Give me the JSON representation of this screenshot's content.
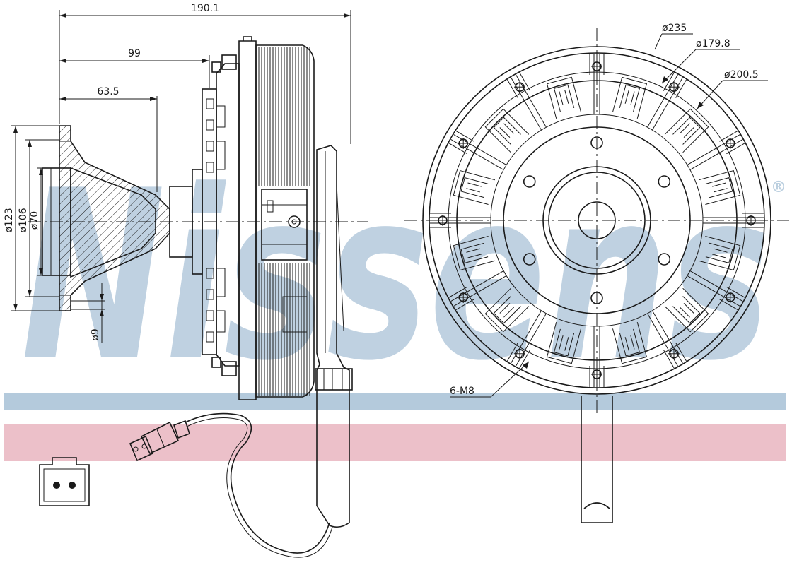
{
  "brand": {
    "watermark": "Nissens",
    "registered_mark": "®",
    "watermark_color": "#b4cadc",
    "band_blue": "#b4cadc",
    "band_pink": "#ecc0c9"
  },
  "dimensions": {
    "overall_length": "190.1",
    "length_99": "99",
    "length_63_5": "63.5",
    "dia_123": "ø123",
    "dia_106": "ø106",
    "dia_70": "ø70",
    "dia_9": "ø9",
    "dia_235": "ø235",
    "dia_179_8": "ø179.8",
    "dia_200_5": "ø200.5",
    "bolts": "6-M8"
  },
  "icons": {
    "connector_front": "connector-pin-face-icon",
    "connector_cable": "connector-cable-icon"
  },
  "colors": {
    "line": "#1a1a1a",
    "background": "#ffffff"
  }
}
